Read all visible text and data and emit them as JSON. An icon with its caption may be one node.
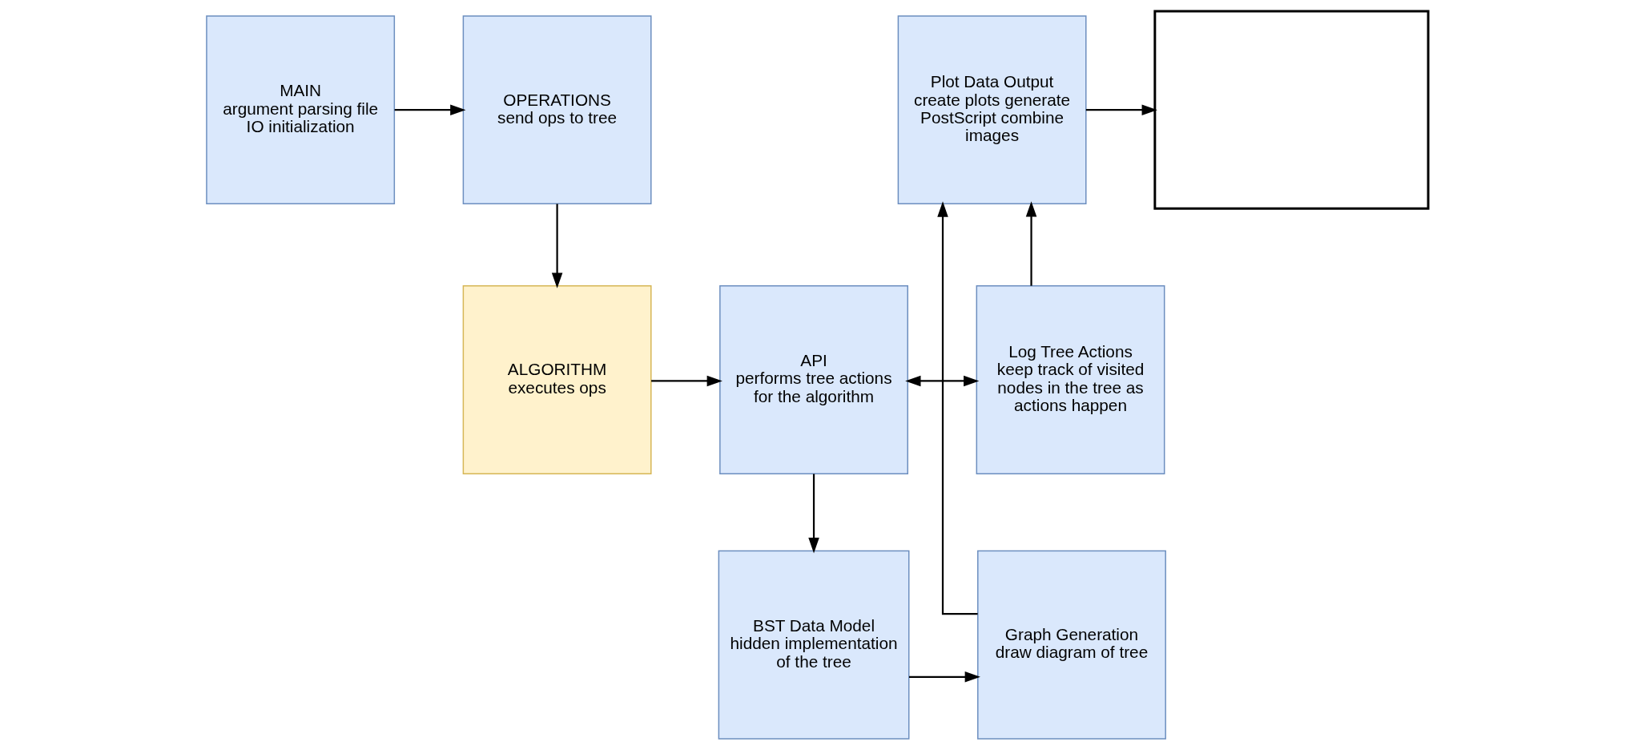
{
  "diagram": {
    "nodes": [
      {
        "text": [
          "MAIN",
          "argument parsing file IO initialization"
        ]
      },
      {
        "text": [
          "OPERATIONS",
          "send ops to tree"
        ]
      },
      {
        "text": [
          "Plot Data Output",
          "create plots generate PostScript combine images"
        ]
      },
      {
        "text": [],
        "shape": "box"
      },
      {
        "text": [
          "ALGORITHM",
          "executes ops"
        ]
      },
      {
        "text": [
          "API",
          "performs tree actions for the algorithm"
        ]
      },
      {
        "text": [
          "Log Tree Actions",
          "keep track of visited nodes in the tree as actions happen"
        ]
      },
      {
        "text": [
          "BST Data Model",
          "hidden implementation of the tree"
        ]
      },
      {
        "text": [
          "Graph Generation",
          "draw diagram of tree"
        ]
      }
    ],
    "edges": [
      {
        "from": 0,
        "to": 1,
        "arrow": "to"
      },
      {
        "from": 1,
        "to": 4,
        "arrow": "to"
      },
      {
        "from": 4,
        "to": 5,
        "arrow": "to"
      },
      {
        "from": 5,
        "to": 6,
        "arrow": "both"
      },
      {
        "from": 6,
        "to": 2,
        "arrow": "to"
      },
      {
        "from": 5,
        "to": 7,
        "arrow": "to"
      },
      {
        "from": 7,
        "to": 8,
        "arrow": "to"
      },
      {
        "from": 8,
        "to": 2,
        "arrow": "to"
      },
      {
        "from": 2,
        "to": 3,
        "arrow": "to"
      }
    ]
  }
}
